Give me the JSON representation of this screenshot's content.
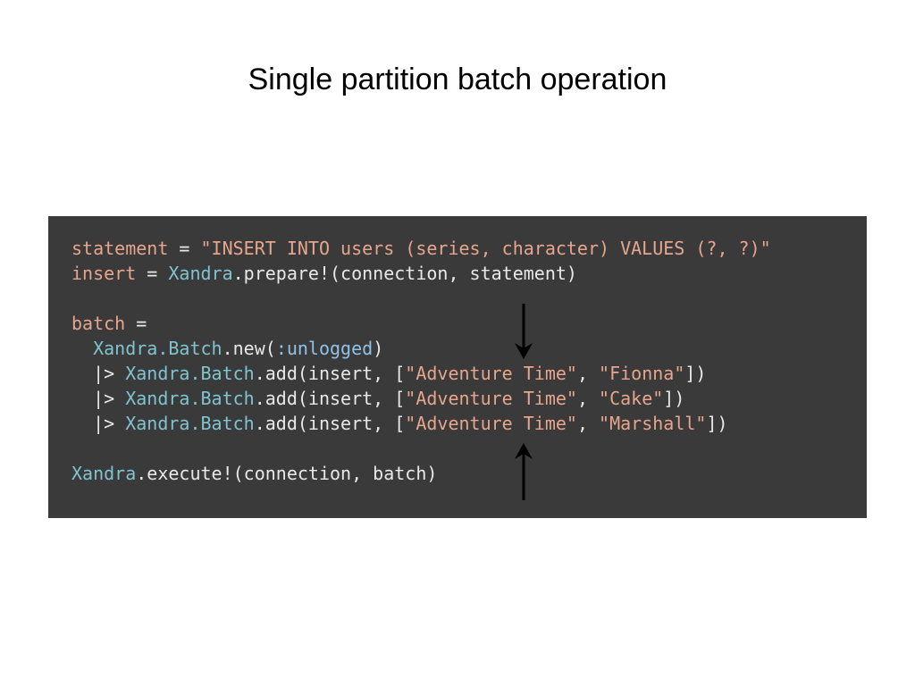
{
  "title": "Single partition batch operation",
  "colors": {
    "panel_bg": "#3a3a3a",
    "variable": "#e6a58c",
    "string": "#e6a58c",
    "module": "#7fc4cf",
    "atom": "#8ec3e6",
    "plain": "#e8e8e8",
    "arrow": "#000000"
  },
  "code": {
    "line1": {
      "var": "statement",
      "op": " = ",
      "str": "\"INSERT INTO users (series, character) VALUES (?, ?)\""
    },
    "line2": {
      "var": "insert",
      "op": " = ",
      "mod": "Xandra",
      "rest": ".prepare!(connection, statement)"
    },
    "line4": {
      "var": "batch",
      "op": " ="
    },
    "line5": {
      "indent": "  ",
      "mod": "Xandra.Batch",
      "fn": ".new(",
      "atom": ":unlogged",
      "close": ")"
    },
    "line6": {
      "pipe": "  |> ",
      "mod": "Xandra.Batch",
      "fn": ".add(insert, [",
      "s1": "\"Adventure Time\"",
      "comma": ", ",
      "s2": "\"Fionna\"",
      "close": "])"
    },
    "line7": {
      "pipe": "  |> ",
      "mod": "Xandra.Batch",
      "fn": ".add(insert, [",
      "s1": "\"Adventure Time\"",
      "comma": ", ",
      "s2": "\"Cake\"",
      "close": "])"
    },
    "line8": {
      "pipe": "  |> ",
      "mod": "Xandra.Batch",
      "fn": ".add(insert, [",
      "s1": "\"Adventure Time\"",
      "comma": ", ",
      "s2": "\"Marshall\"",
      "close": "])"
    },
    "line10": {
      "mod": "Xandra",
      "rest": ".execute!(connection, batch)"
    }
  },
  "arrows": [
    {
      "name": "down-arrow-icon",
      "direction": "down"
    },
    {
      "name": "up-arrow-icon",
      "direction": "up"
    }
  ]
}
